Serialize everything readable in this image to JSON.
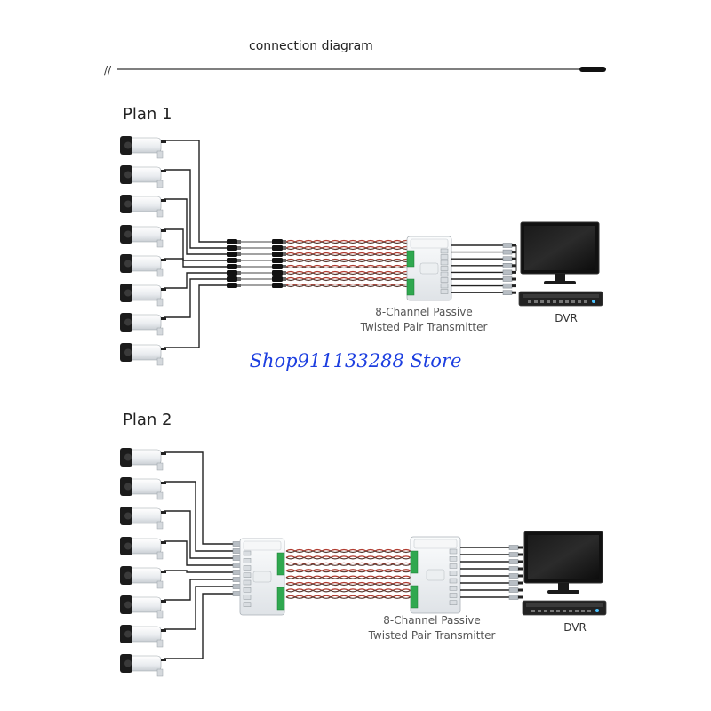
{
  "header": {
    "title": "connection diagram",
    "slashes": "//"
  },
  "plan1": {
    "label": "Plan 1",
    "camera_count": 8,
    "transmitter_caption_line1": "8-Channel Passive",
    "transmitter_caption_line2": "Twisted Pair Transmitter",
    "dvr_label": "DVR"
  },
  "plan2": {
    "label": "Plan 2",
    "camera_count": 8,
    "transmitter_caption_line1": "8-Channel Passive",
    "transmitter_caption_line2": "Twisted Pair Transmitter",
    "dvr_label": "DVR"
  },
  "watermark": "Shop911133288 Store",
  "colors": {
    "cable": "#222222",
    "twisted_pair_a": "#b03a2e",
    "twisted_pair_b": "#5a3b33",
    "terminal_green": "#2fa84f",
    "watermark": "#1d3fe0",
    "device_body": "#eef0f2"
  },
  "icons": [
    "camera-icon",
    "balun-icon",
    "transmitter-hub-icon",
    "monitor-icon",
    "dvr-icon",
    "bnc-connector-icon"
  ]
}
